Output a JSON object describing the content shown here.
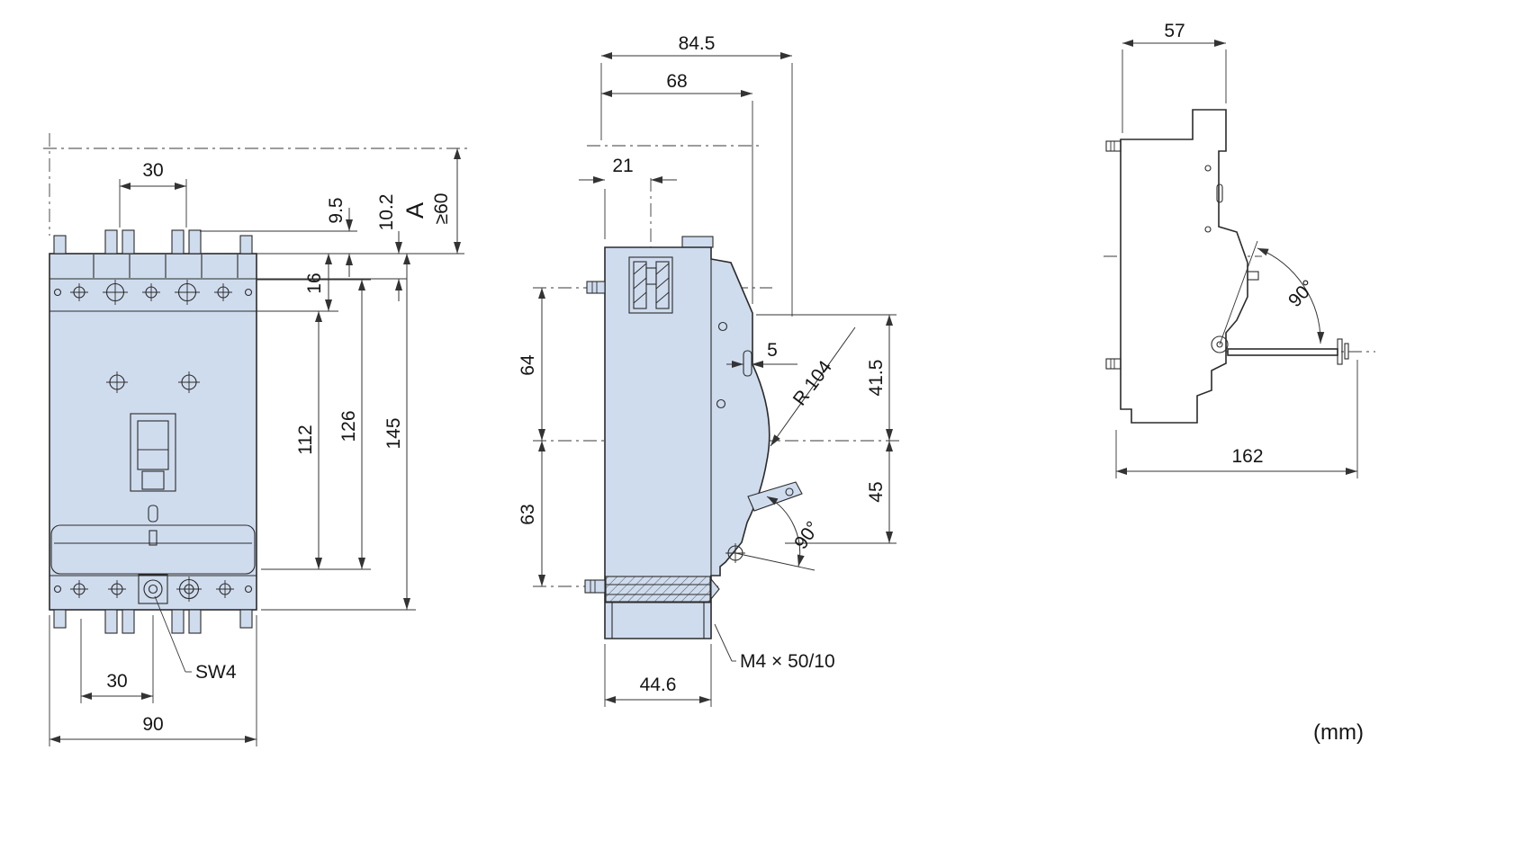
{
  "unit_label": "(mm)",
  "colors": {
    "body_fill": "#cfdcee",
    "line": "#2b2b2b"
  },
  "front_view": {
    "dim_top_pitch": "30",
    "dim_9_5": "9.5",
    "dim_10_2": "10.2",
    "dim_A": "A",
    "dim_ge60": "≥60",
    "dim_16": "16",
    "dim_112": "112",
    "dim_126": "126",
    "dim_145": "145",
    "label_sw4": "SW4",
    "dim_bottom_pitch": "30",
    "dim_width": "90"
  },
  "side_view": {
    "dim_84_5": "84.5",
    "dim_68": "68",
    "dim_21": "21",
    "dim_64": "64",
    "dim_63": "63",
    "dim_5": "5",
    "dim_r104": "R 104",
    "dim_41_5": "41.5",
    "dim_45": "45",
    "dim_angle_90": "90°",
    "dim_44_6": "44.6",
    "label_screw": "M4 × 50/10"
  },
  "rear_view": {
    "dim_57": "57",
    "dim_angle_90": "90°",
    "dim_162": "162"
  }
}
